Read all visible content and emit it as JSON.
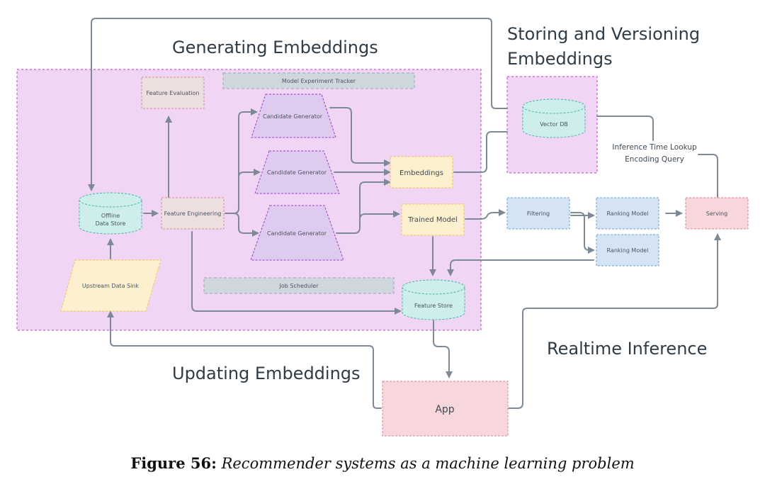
{
  "sections": {
    "generating": "Generating Embeddings",
    "storing_line1": "Storing and Versioning",
    "storing_line2": "Embeddings",
    "updating": "Updating Embeddings",
    "realtime": "Realtime Inference"
  },
  "nodes": {
    "feature_evaluation": "Feature Evaluation",
    "model_experiment_tracker": "Model Experiment Tracker",
    "candidate_generator_1": "Candidate Generator",
    "candidate_generator_2": "Candidate Generator",
    "candidate_generator_3": "Candidate Generator",
    "embeddings": "Embeddings",
    "trained_model": "Trained Model",
    "offline_data_store_line1": "Offline",
    "offline_data_store_line2": "Data Store",
    "feature_engineering": "Feature Engineering",
    "upstream_data_sink": "Upstream Data Sink",
    "job_scheduler": "Job Scheduler",
    "feature_store": "Feature Store",
    "vector_db": "Vector DB",
    "filtering": "Filtering",
    "ranking_model_1": "Ranking Model",
    "ranking_model_2": "Ranking Model",
    "serving": "Serving",
    "app": "App"
  },
  "annotations": {
    "inference_line1": "Inference Time Lookup",
    "inference_line2": "Encoding Query"
  },
  "caption": {
    "label": "Figure 56:",
    "text": "Recommender systems as a machine learning problem"
  },
  "colors": {
    "container_fill": "#f0d5f4",
    "container_stroke": "#c75ad6",
    "edge": "#7d8a96",
    "feature_box_fill": "#eddfe0",
    "feature_box_stroke": "#cf8f97",
    "tracker_fill": "#cfd7de",
    "tracker_stroke": "#9aa4ad",
    "trapezoid_fill": "#e0cbf0",
    "trapezoid_stroke": "#9a3fd1",
    "yellow_fill": "#fdf0cf",
    "yellow_stroke": "#f3c44c",
    "cyan_fill": "#cdeeeb",
    "cyan_stroke": "#47b8a8",
    "blue_fill": "#d4e4f5",
    "blue_stroke": "#6aa1d6",
    "pink_fill": "#f7d7dc",
    "pink_stroke": "#d98595"
  }
}
